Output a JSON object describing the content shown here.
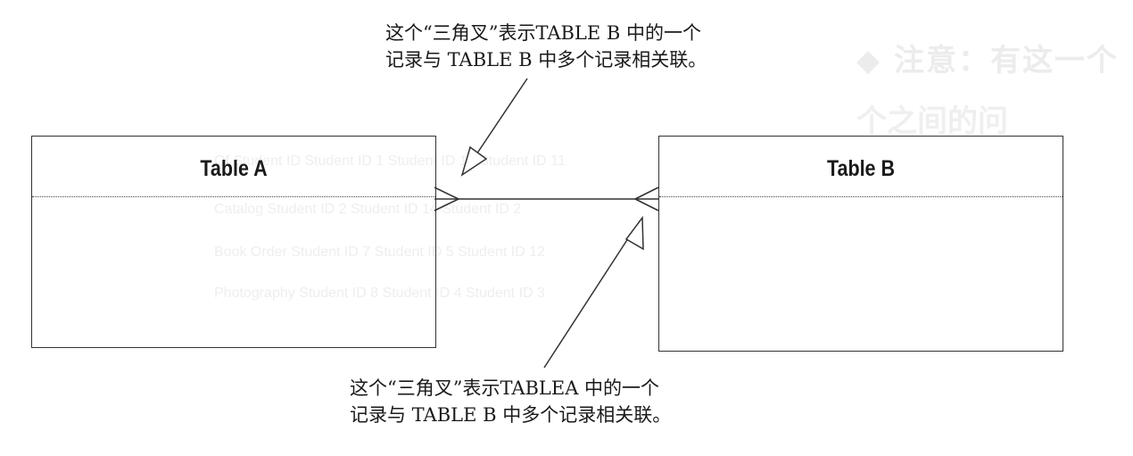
{
  "diagram": {
    "table_a": {
      "title": "Table A"
    },
    "table_b": {
      "title": "Table B"
    },
    "annotations": {
      "top": {
        "line1": "这个“三角叉”表示TABLE B 中的一个",
        "line2": "记录与 TABLE B 中多个记录相关联。"
      },
      "bottom": {
        "line1": "这个“三角叉”表示TABLEA 中的一个",
        "line2": "记录与 TABLE B 中多个记录相关联。"
      }
    }
  },
  "colors": {
    "line": "#333333",
    "text": "#1a1a1a",
    "ghost": "#ececec"
  }
}
